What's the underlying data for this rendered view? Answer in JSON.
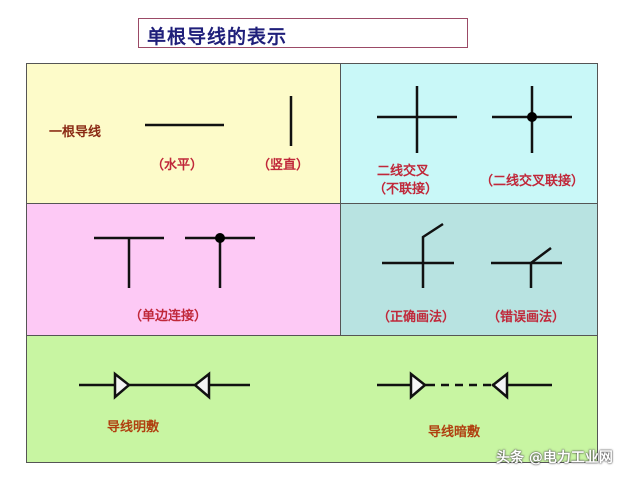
{
  "title": "单根导线的表示",
  "panels": {
    "single_wire": {
      "label": "一根导线",
      "horizontal": "（水平）",
      "vertical": "（竖直）"
    },
    "crossing": {
      "no_connect_line1": "二线交叉",
      "no_connect_line2": "（不联接）",
      "connected": "（二线交叉联接）"
    },
    "tee": {
      "label": "（单边连接）"
    },
    "drawing": {
      "correct": "（正确画法）",
      "wrong": "（错误画法）"
    },
    "laying": {
      "exposed": "导线明敷",
      "concealed": "导线暗敷"
    }
  },
  "watermark": "头条 @电力工业网",
  "colors": {
    "yellow_panel": "#fdfbc9",
    "cyan_panel": "#c9f8f8",
    "pink_panel": "#fdc9f5",
    "teal_panel": "#b8e3e1",
    "green_panel": "#c8f5a2",
    "title_text": "#1f1f7a",
    "label_red": "#c0283a",
    "label_brown": "#8a2a14"
  }
}
